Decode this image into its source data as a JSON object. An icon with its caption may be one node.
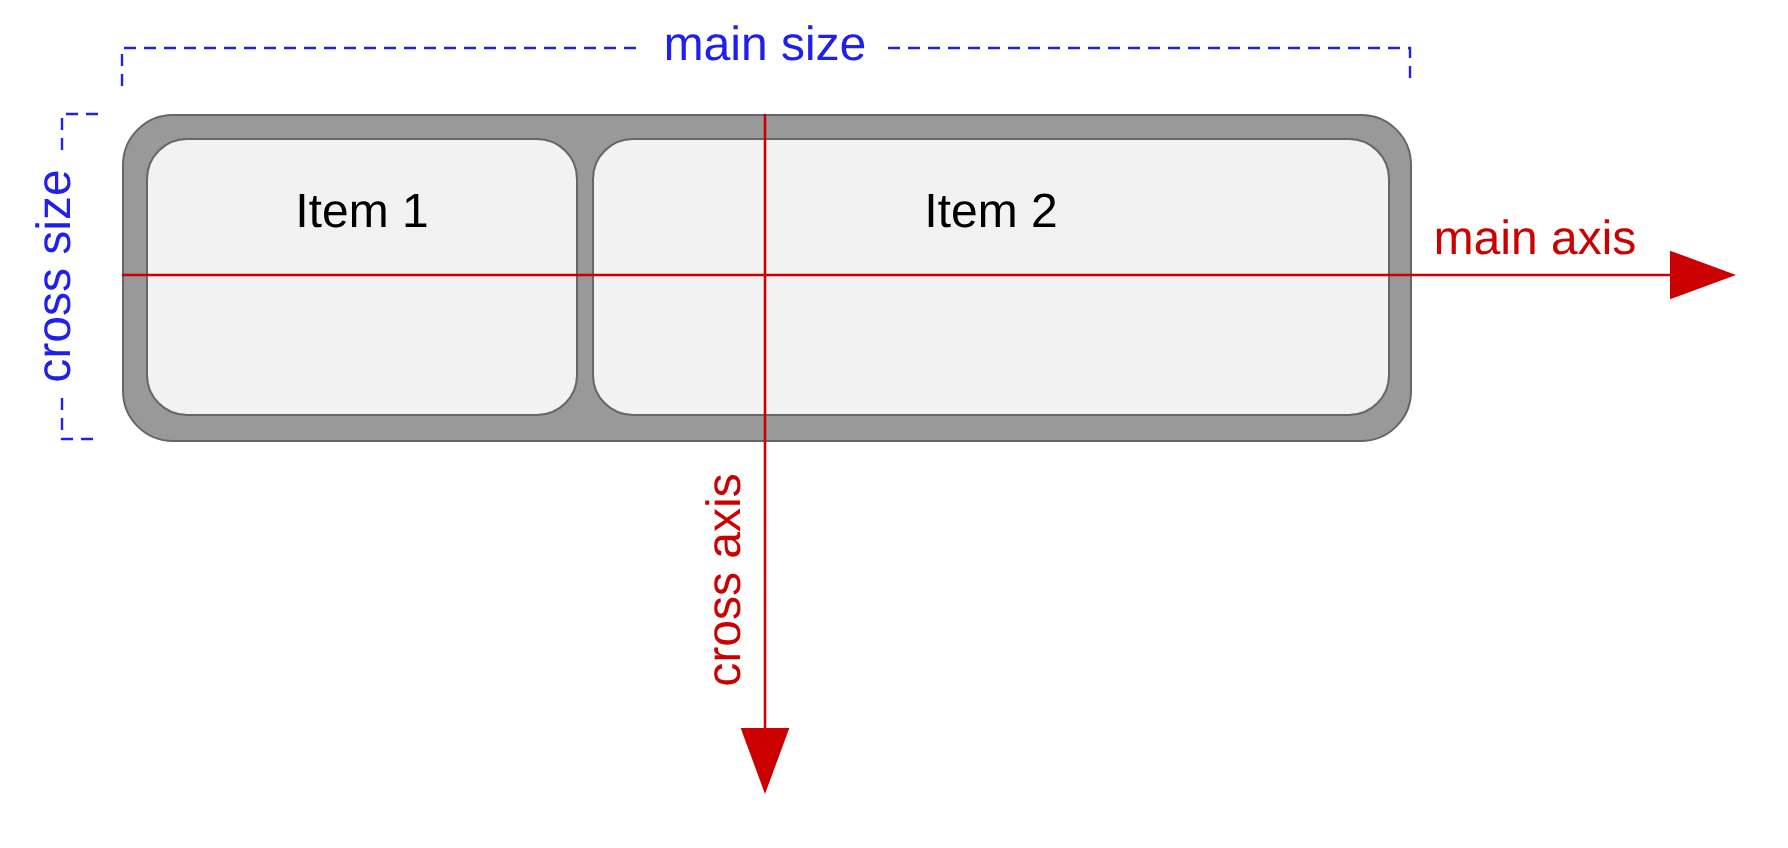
{
  "diagram": {
    "nodes": [
      {
        "text": [],
        "shape": "box"
      },
      {
        "text": [
          "Item 1"
        ],
        "in": 0
      },
      {
        "text": [
          "Item 2"
        ],
        "in": 0
      }
    ],
    "labels": [
      "main size",
      "cross size",
      "main axis",
      "cross axis"
    ]
  }
}
